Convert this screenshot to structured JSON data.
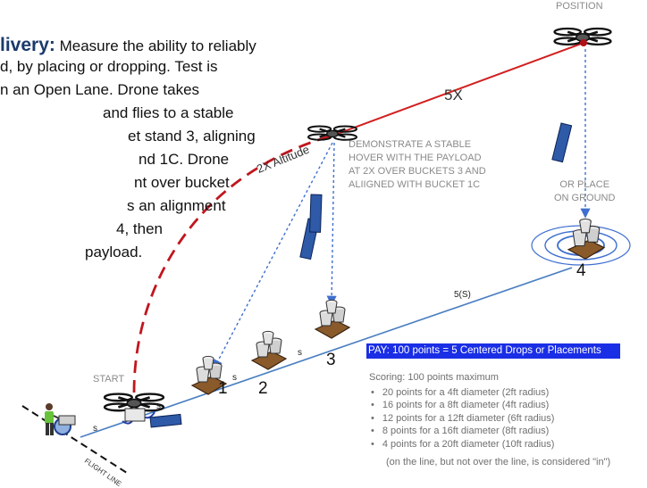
{
  "intro": {
    "heading": "livery:",
    "line1": "Measure the ability to reliably",
    "line2": "d, by placing or dropping. Test is",
    "line3": "n an Open Lane. Drone takes",
    "line4": "and flies to a stable",
    "line5": "et stand 3, aligning",
    "line6": "nd 1C. Drone",
    "line7": "nt over bucket",
    "line8": "s an alignment",
    "line9": "4, then",
    "line10": "payload."
  },
  "labels": {
    "position": "POSITION",
    "distance_5x": "5X",
    "altitude": "2X Altitude",
    "hover_line1": "DEMONSTRATE A STABLE",
    "hover_line2": "HOVER WITH THE PAYLOAD",
    "hover_line3": "AT 2X OVER BUCKETS 3 AND",
    "hover_line4": "ALIIGNED WITH BUCKET 1C",
    "or_place_line1": "OR PLACE",
    "or_place_line2": "ON GROUND",
    "start": "START",
    "flight_line": "FLIGHT LINE",
    "s": "s",
    "five_s": "5(S)"
  },
  "stations": [
    "1",
    "2",
    "3",
    "4"
  ],
  "pay_banner": "PAY:  100 points = 5 Centered Drops or Placements",
  "scoring": {
    "title": "Scoring:  100 points maximum",
    "items": [
      "20 points for a 4ft diameter (2ft radius)",
      "16 points for a 8ft diameter (4ft radius)",
      "12 points for a 12ft diameter (6ft radius)",
      "8 points for a 16ft diameter (8ft radius)",
      "4 points for a 20ft diameter (10ft radius)"
    ],
    "note": "(on the line, but not over the line, is considered \"in\")"
  },
  "colors": {
    "dashed_arc": "#c0161e",
    "flight_red": "#d21f1f",
    "ground_line": "#4a7fc1",
    "drop_line": "#3f6fd0",
    "payload": "#2e5aa8",
    "heading": "#1b3a6b",
    "pay_bg": "#1a2ee6"
  }
}
